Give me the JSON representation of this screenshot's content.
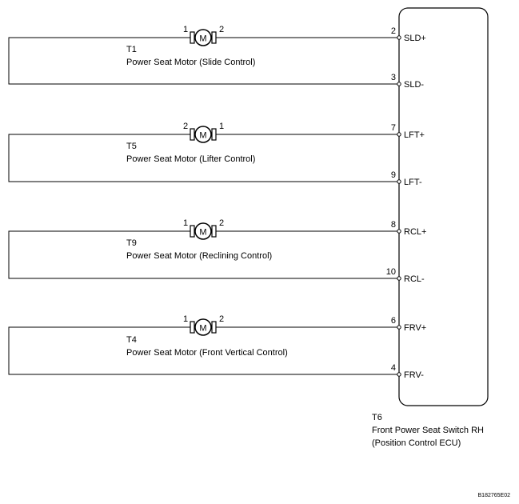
{
  "motors": [
    {
      "id": "T1",
      "name": "Power Seat Motor (Slide Control)",
      "pin_left": "1",
      "pin_right": "2",
      "symbol": "M",
      "ecu_pos_pin": "2",
      "ecu_pos_label": "SLD+",
      "ecu_neg_pin": "3",
      "ecu_neg_label": "SLD-"
    },
    {
      "id": "T5",
      "name": "Power Seat Motor (Lifter Control)",
      "pin_left": "2",
      "pin_right": "1",
      "symbol": "M",
      "ecu_pos_pin": "7",
      "ecu_pos_label": "LFT+",
      "ecu_neg_pin": "9",
      "ecu_neg_label": "LFT-"
    },
    {
      "id": "T9",
      "name": "Power Seat Motor (Reclining Control)",
      "pin_left": "1",
      "pin_right": "2",
      "symbol": "M",
      "ecu_pos_pin": "8",
      "ecu_pos_label": "RCL+",
      "ecu_neg_pin": "10",
      "ecu_neg_label": "RCL-"
    },
    {
      "id": "T4",
      "name": "Power Seat Motor (Front Vertical Control)",
      "pin_left": "1",
      "pin_right": "2",
      "symbol": "M",
      "ecu_pos_pin": "6",
      "ecu_pos_label": "FRV+",
      "ecu_neg_pin": "4",
      "ecu_neg_label": "FRV-"
    }
  ],
  "ecu": {
    "id": "T6",
    "line1": "Front Power Seat Switch RH",
    "line2": "(Position Control ECU)"
  },
  "figure_code": "B182765E02"
}
